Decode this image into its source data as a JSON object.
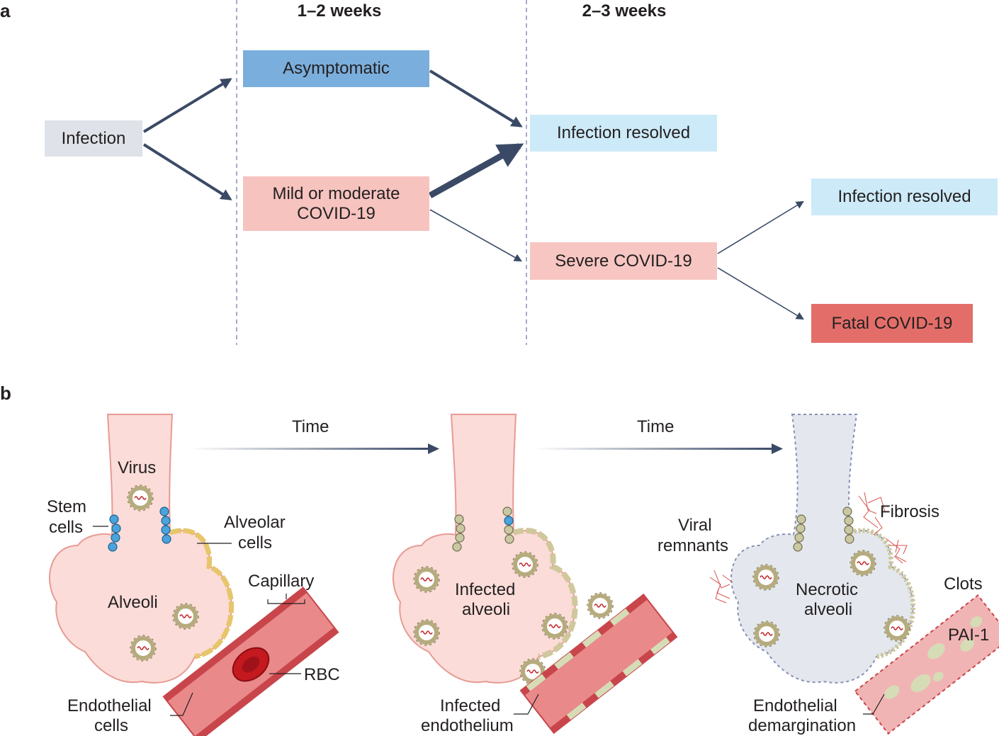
{
  "panel_a": {
    "letter": "a",
    "stage1": "1–2 weeks",
    "stage2": "2–3 weeks",
    "nodes": {
      "infection": "Infection",
      "asymptomatic": "Asymptomatic",
      "mild_line1": "Mild or moderate",
      "mild_line2": "COVID-19",
      "resolved_1": "Infection resolved",
      "severe": "Severe COVID-19",
      "resolved_2": "Infection resolved",
      "fatal": "Fatal COVID-19"
    }
  },
  "panel_b": {
    "letter": "b",
    "time_1": "Time",
    "time_2": "Time",
    "stage1": {
      "virus": "Virus",
      "stem_1": "Stem",
      "stem_2": "cells",
      "alveolar_1": "Alveolar",
      "alveolar_2": "cells",
      "alveoli": "Alveoli",
      "capillary": "Capillary",
      "rbc": "RBC",
      "endo_1": "Endothelial",
      "endo_2": "cells"
    },
    "stage2": {
      "alveoli_1": "Infected",
      "alveoli_2": "alveoli",
      "endo_1": "Infected",
      "endo_2": "endothelium"
    },
    "stage3": {
      "remnants_1": "Viral",
      "remnants_2": "remnants",
      "fibrosis": "Fibrosis",
      "alveoli_1": "Necrotic",
      "alveoli_2": "alveoli",
      "clots": "Clots",
      "pai": "PAI-1",
      "demarg_1": "Endothelial",
      "demarg_2": "demargination"
    }
  },
  "colors": {
    "arrow": "#3a4a66",
    "asymptomatic": "#7aaedc",
    "infection": "#dfe2e8",
    "mild": "#f6c3bf",
    "resolved": "#cdeaf8",
    "severe": "#f7c6c2",
    "fatal": "#e36e69",
    "alveoli": "#fbdcd8",
    "necrotic": "#e4e8ee",
    "capillary": "#e6787a",
    "virus_ring": "#b6ab7e"
  }
}
